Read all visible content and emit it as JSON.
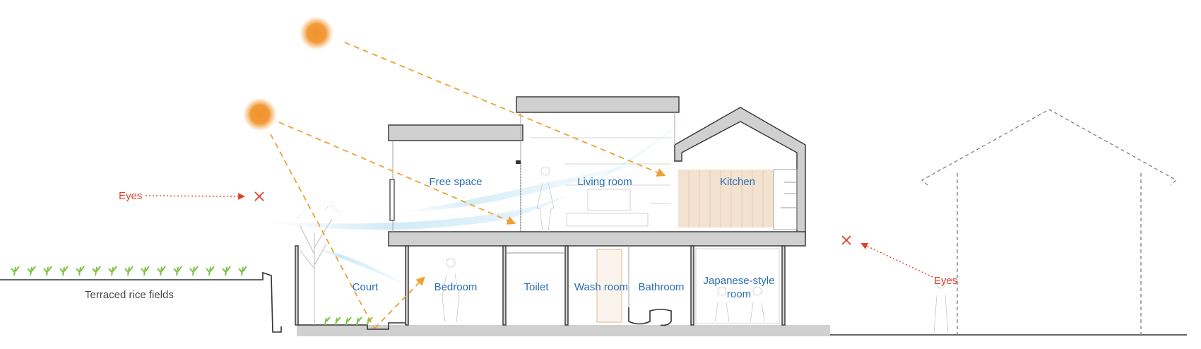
{
  "labels": {
    "free_space": "Free space",
    "living_room": "Living room",
    "kitchen": "Kitchen",
    "court": "Court",
    "bedroom": "Bedroom",
    "toilet": "Toilet",
    "wash_room": "Wash room",
    "bathroom": "Bathroom",
    "japanese_room_line1": "Japanese-style",
    "japanese_room_line2": "room",
    "eyes_left": "Eyes",
    "eyes_right": "Eyes",
    "terraced_rice_fields": "Terraced rice fields"
  },
  "colors": {
    "room_label": "#2a6db5",
    "eyes": "#e0412a",
    "sun": "#f0922e",
    "sun_ray": "#f0a030",
    "wall_fill": "#d0d0d0",
    "wind": "#bfe3f5",
    "kitchen_wood": "#f2e2cf",
    "plant": "#7cc243"
  },
  "icons": [
    "sun-icon",
    "cross-mark-icon",
    "rice-plant-icon",
    "tree-icon",
    "person-silhouette-icon"
  ]
}
